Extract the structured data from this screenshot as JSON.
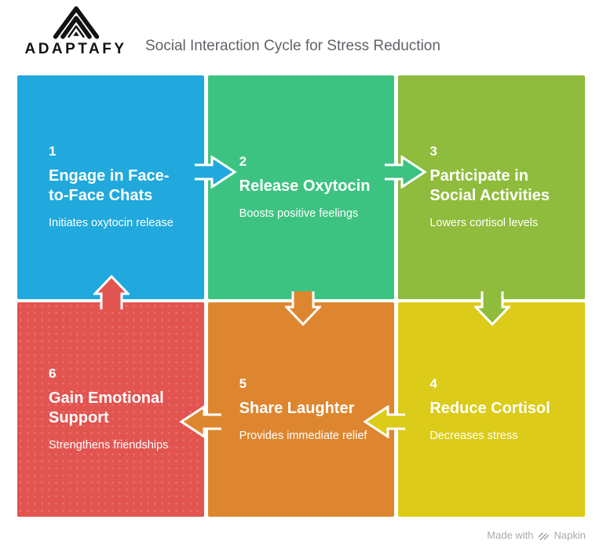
{
  "header": {
    "logo_text": "ADAPTAFY",
    "title": "Social Interaction Cycle for Stress Reduction"
  },
  "colors": {
    "blue": "#21A9DD",
    "green": "#3DC381",
    "olive": "#8FBC3C",
    "yellow": "#DCCB18",
    "orange": "#DE862F",
    "red": "#E25450"
  },
  "blocks": [
    {
      "number": "1",
      "title": "Engage in Face-to-Face Chats",
      "subtitle": "Initiates oxytocin release",
      "color": "#21A9DD"
    },
    {
      "number": "2",
      "title": "Release Oxytocin",
      "subtitle": "Boosts positive feelings",
      "color": "#3DC381"
    },
    {
      "number": "3",
      "title": "Participate in Social Activities",
      "subtitle": "Lowers cortisol levels",
      "color": "#8FBC3C"
    },
    {
      "number": "4",
      "title": "Reduce Cortisol",
      "subtitle": "Decreases stress",
      "color": "#DCCB18"
    },
    {
      "number": "5",
      "title": "Share Laughter",
      "subtitle": "Provides immediate relief",
      "color": "#DE862F"
    },
    {
      "number": "6",
      "title": "Gain Emotional Support",
      "subtitle": "Strengthens friendships",
      "color": "#E25450"
    }
  ],
  "arrows": [
    {
      "from": "1",
      "to": "2",
      "direction": "right",
      "color": "#21A9DD"
    },
    {
      "from": "2",
      "to": "3",
      "direction": "right",
      "color": "#3DC381"
    },
    {
      "from": "2",
      "to": "5",
      "direction": "down",
      "color": "#DE862F"
    },
    {
      "from": "3",
      "to": "4",
      "direction": "down",
      "color": "#8FBC3C"
    },
    {
      "from": "4",
      "to": "5",
      "direction": "left",
      "color": "#DCCB18"
    },
    {
      "from": "5",
      "to": "6",
      "direction": "left",
      "color": "#DE862F"
    },
    {
      "from": "6",
      "to": "1",
      "direction": "up",
      "color": "#E25450"
    }
  ],
  "footer": {
    "made_with": "Made with",
    "brand": "Napkin"
  }
}
